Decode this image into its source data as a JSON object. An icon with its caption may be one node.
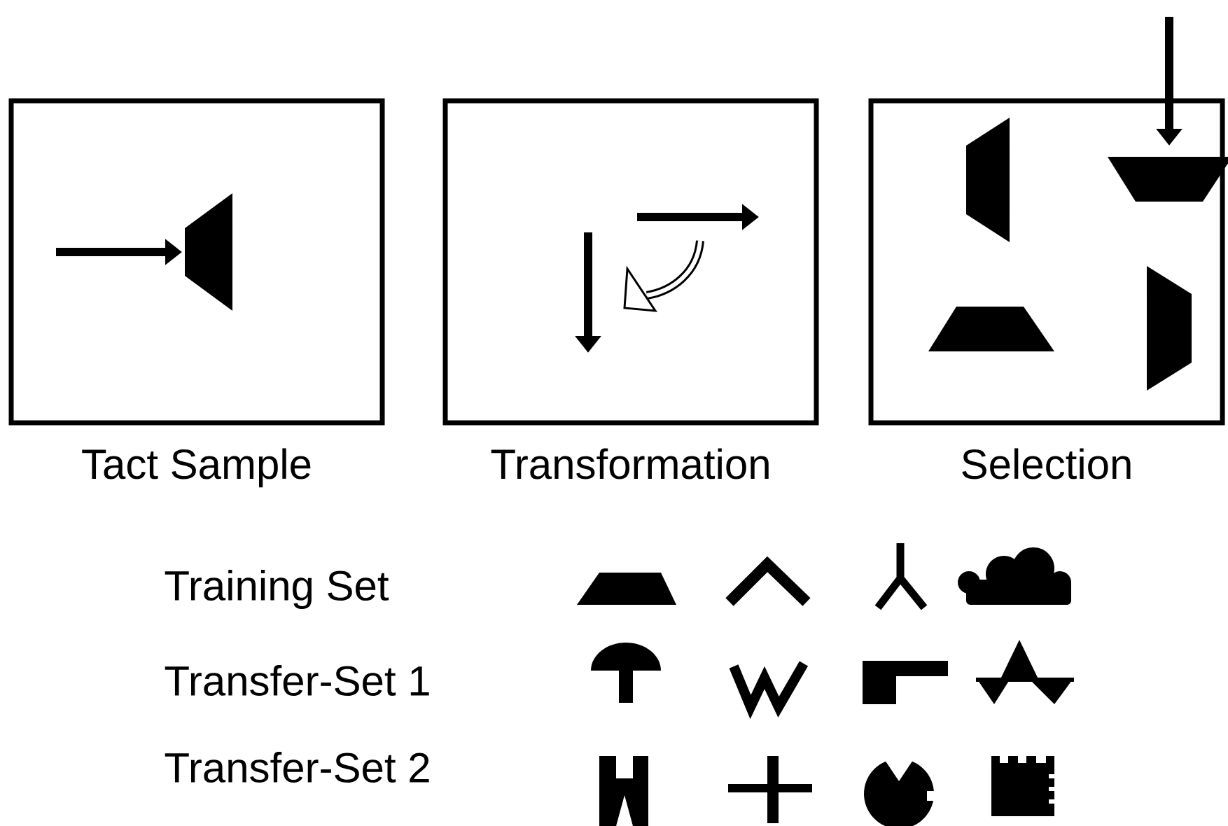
{
  "diagram": {
    "nodes": [
      {
        "text": [
          "Tact Sample"
        ]
      },
      {
        "text": [
          "Transformation"
        ]
      },
      {
        "text": [
          "Selection"
        ]
      }
    ],
    "labels": [
      "Training Set",
      "Transfer-Set 1",
      "Transfer-Set 2"
    ]
  }
}
